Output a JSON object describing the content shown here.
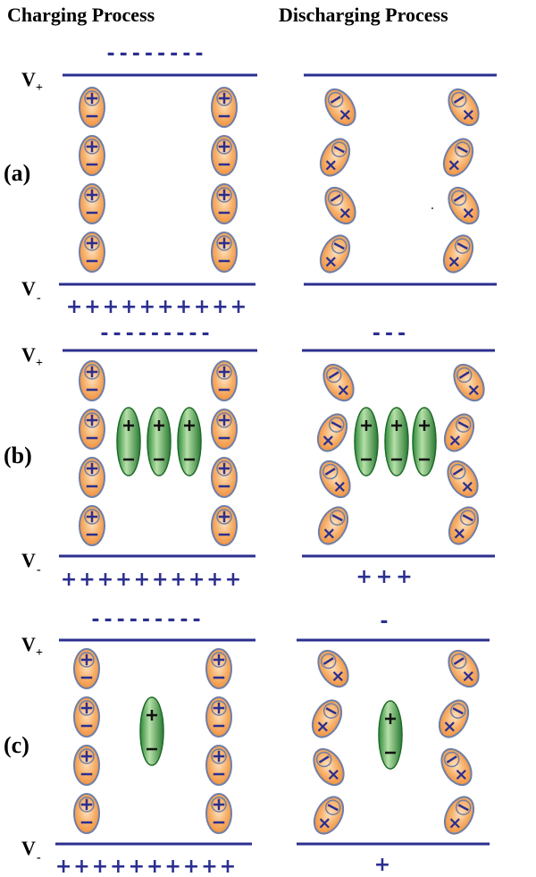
{
  "titles": {
    "left": "Charging Process",
    "right": "Discharging Process"
  },
  "rows": [
    {
      "label": "(a)",
      "charging": {
        "top_charges": "--------",
        "bottom_charges": "++++++++++"
      },
      "discharging": {
        "top_charges": "",
        "bottom_charges": ""
      }
    },
    {
      "label": "(b)",
      "charging": {
        "top_charges": "---------",
        "bottom_charges": "++++++++++"
      },
      "discharging": {
        "top_charges": "---",
        "bottom_charges": "+++"
      }
    },
    {
      "label": "(c)",
      "charging": {
        "top_charges": "---------",
        "bottom_charges": "++++++++++"
      },
      "discharging": {
        "top_charges": "-",
        "bottom_charges": "+"
      }
    }
  ],
  "voltage": {
    "pos_main": "V",
    "pos_sub": "+",
    "neg_main": "V",
    "neg_sub": "-"
  },
  "colors": {
    "plate": "#2b2f8f",
    "charge_text": "#2b2f8f",
    "dipole_orange": "#f5a45a",
    "dipole_outline": "#6f7fa6",
    "ion_green": "#4caf50",
    "ion_green_dark": "#1e6b2a"
  }
}
